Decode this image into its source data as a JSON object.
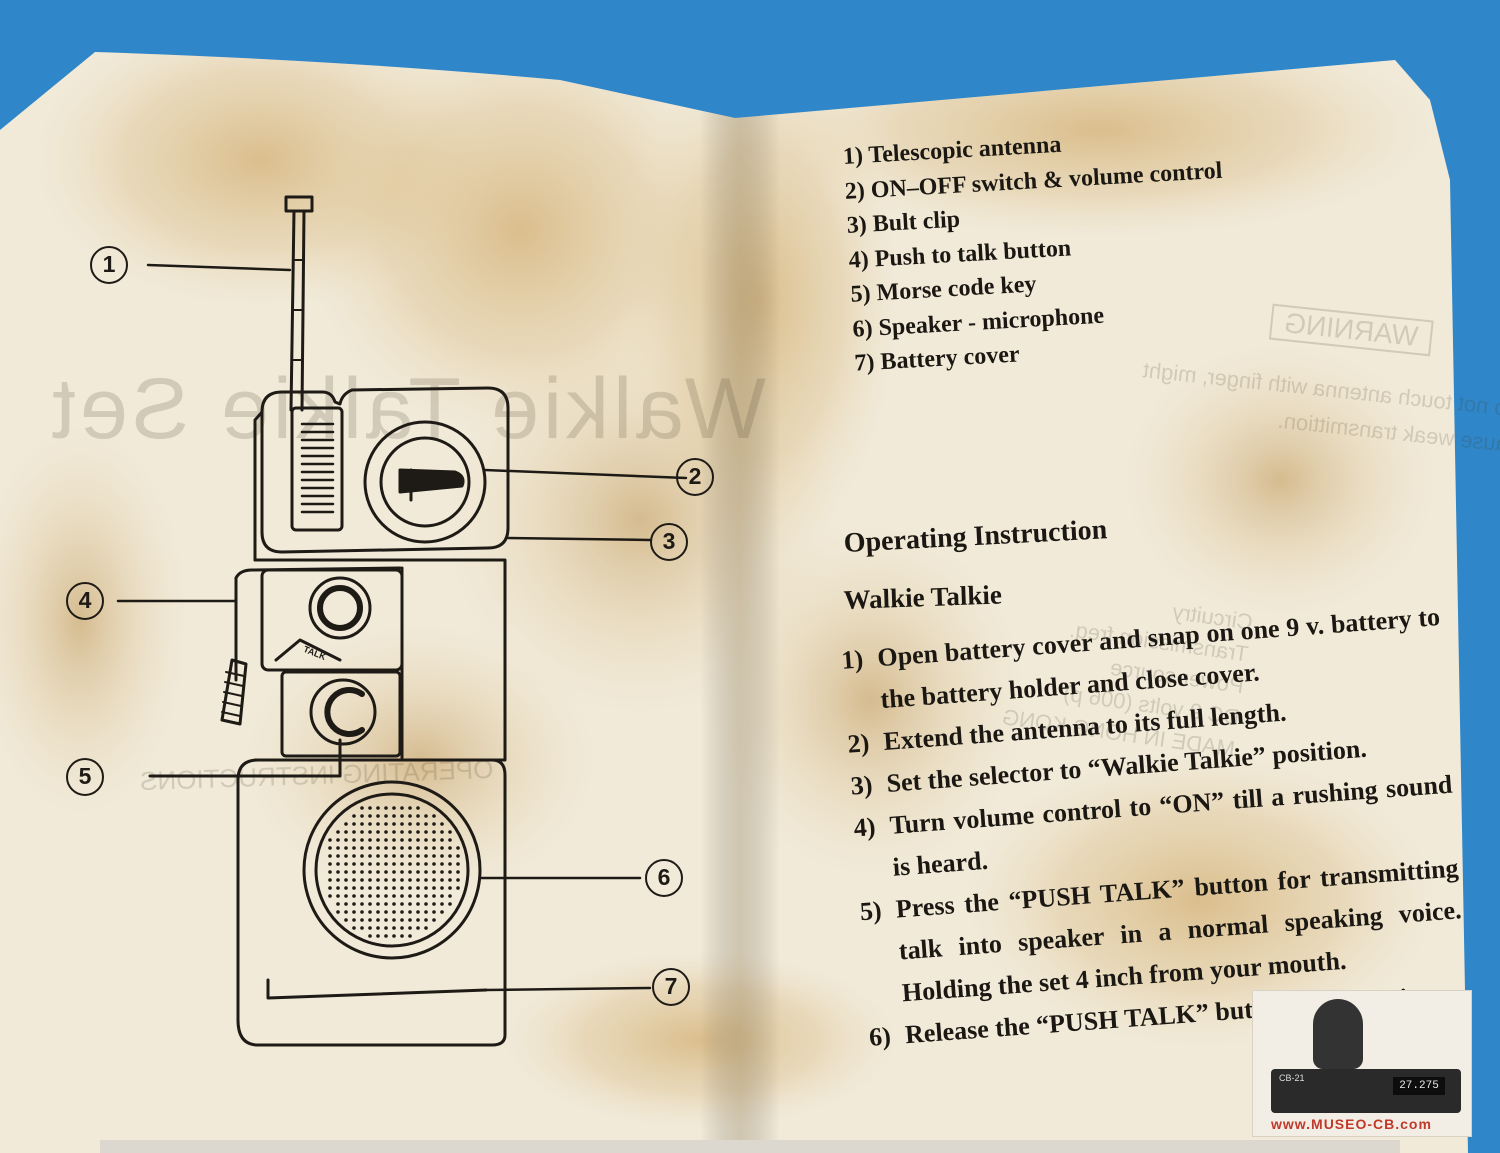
{
  "parts_legend": [
    "1) Telescopic antenna",
    "2) ON–OFF switch & volume control",
    "3) Bult clip",
    "4) Push to talk button",
    "5) Morse code key",
    "6) Speaker - microphone",
    "7) Battery cover"
  ],
  "operating": {
    "title": "Operating Instruction",
    "subtitle": "Walkie  Talkie",
    "steps": [
      {
        "num": "1)",
        "text": "Open battery cover and snap on one 9 v. battery to the battery holder and close cover."
      },
      {
        "num": "2)",
        "text": "Extend the antenna to its full length."
      },
      {
        "num": "3)",
        "text": "Set the selector to “Walkie Talkie” position."
      },
      {
        "num": "4)",
        "text": "Turn volume control to “ON” till a rushing sound is heard."
      },
      {
        "num": "5)",
        "text": "Press the “PUSH TALK” button for transmitting talk into speaker in a normal speaking voice. Holding the set 4 inch from your mouth."
      },
      {
        "num": "6)",
        "text": "Release the “PUSH TALK” button for receiving."
      }
    ]
  },
  "callouts": [
    "1",
    "2",
    "3",
    "4",
    "5",
    "6",
    "7"
  ],
  "device": {
    "button_label": "TALK"
  },
  "bleed_through": {
    "title": "Walkie Talkie Set",
    "instructions_heading": "OPERATING INSTRUCTIONS",
    "warning_title": "WARNING",
    "warning_body": [
      "Do not touch antenna with finger, might",
      "cause weak transmittion."
    ],
    "specs": [
      "Circuitry",
      "Transmission freq.",
      "Power source",
      "DC 9 volts (006 p)"
    ],
    "origin": "MADE IN HONG KONG"
  },
  "watermark": {
    "site": "www.MUSEO-CB.com",
    "radio_label": "CB-21",
    "radio_display": "27.275"
  },
  "colors": {
    "background": "#2f86c8",
    "paper": "#f1ead9",
    "stain": "#c9a25a",
    "ink": "#1b1813"
  }
}
